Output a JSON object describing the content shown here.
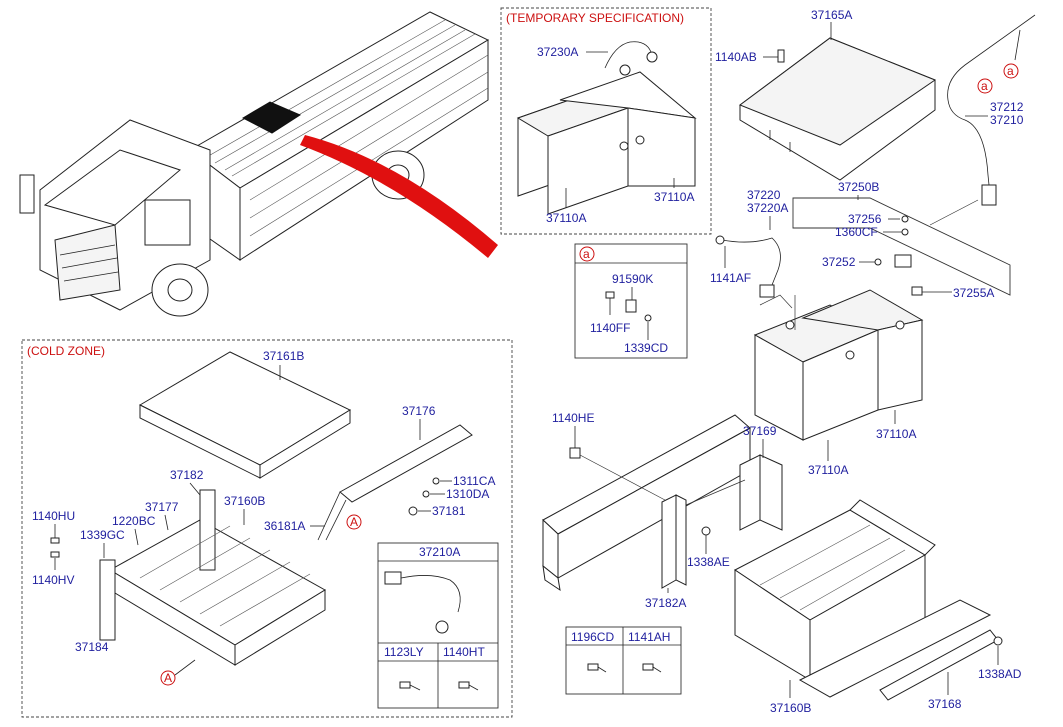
{
  "sections": {
    "temporary_spec": "(TEMPORARY SPECIFICATION)",
    "cold_zone": "(COLD ZONE)"
  },
  "parts": {
    "p37230A": "37230A",
    "p37110A_t1": "37110A",
    "p37110A_t2": "37110A",
    "p37165A": "37165A",
    "p1140AB": "1140AB",
    "p37212": "37212",
    "p37210": "37210",
    "p37220": "37220",
    "p37220A": "37220A",
    "p1141AF": "1141AF",
    "p37250B": "37250B",
    "p37256": "37256",
    "p1360CF": "1360CF",
    "p37252": "37252",
    "p37255A": "37255A",
    "p37110A_m1": "37110A",
    "p37110A_m2": "37110A",
    "p91590K": "91590K",
    "p1140FF": "1140FF",
    "p1339CD": "1339CD",
    "p37161B": "37161B",
    "p37176": "37176",
    "p1311CA": "1311CA",
    "p1310DA": "1310DA",
    "p37181": "37181",
    "p36181A": "36181A",
    "p37182": "37182",
    "p37177": "37177",
    "p37160B_c": "37160B",
    "p1140HU": "1140HU",
    "p1220BC": "1220BC",
    "p1339GC": "1339GC",
    "p1140HV": "1140HV",
    "p37184": "37184",
    "p37210A": "37210A",
    "p1123LY": "1123LY",
    "p1140HT": "1140HT",
    "p1140HE": "1140HE",
    "p37169": "37169",
    "p1338AE": "1338AE",
    "p37182A": "37182A",
    "p1196CD": "1196CD",
    "p1141AH": "1141AH",
    "p37160B_r": "37160B",
    "p37168": "37168",
    "p1338AD": "1338AD"
  },
  "refs": {
    "a_inset": "a",
    "a1": "a",
    "a2": "a",
    "A1": "A",
    "A2": "A"
  },
  "colors": {
    "label": "#1f1f9e",
    "section": "#cc1111",
    "arrow": "#e01010",
    "line": "#222222"
  }
}
